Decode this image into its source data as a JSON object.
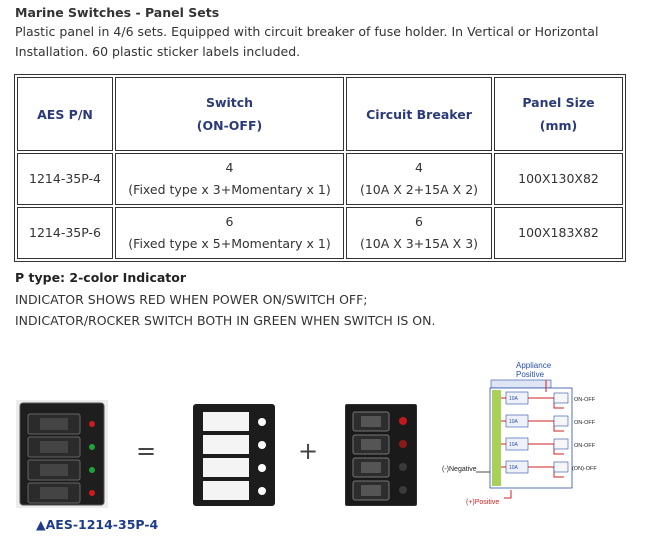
{
  "title": "Marine Switches - Panel Sets",
  "description": "Plastic panel in  4/6 sets. Equipped with circuit breaker of fuse holder. In Vertical or Horizontal Installation. 60 plastic sticker labels included.",
  "table": {
    "headers": {
      "pn": "AES P/N",
      "switch_line1": "Switch",
      "switch_line2": "(ON-OFF)",
      "breaker": "Circuit Breaker",
      "size_line1": "Panel Size",
      "size_line2": "(mm)"
    },
    "rows": [
      {
        "pn": "1214-35P-4",
        "switch_count": "4",
        "switch_detail": "(Fixed type x 3+Momentary x 1)",
        "breaker_count": "4",
        "breaker_detail": "(10A X 2+15A X 2)",
        "size": "100X130X82"
      },
      {
        "pn": "1214-35P-6",
        "switch_count": "6",
        "switch_detail": "(Fixed type x 5+Momentary x 1)",
        "breaker_count": "6",
        "breaker_detail": "(10A X 3+15A X 3)",
        "size": "100X183X82"
      }
    ]
  },
  "ptype_heading": "P type: 2-color Indicator",
  "indicator_lines": [
    "INDICATOR SHOWS RED WHEN POWER ON/SWITCH OFF;",
    "INDICATOR/ROCKER SWITCH BOTH IN GREEN WHEN SWITCH IS ON."
  ],
  "equals_symbol": "=",
  "plus_symbol": "+",
  "caption": "▲AES-1214-35P-4",
  "diagram": {
    "appliance_line1": "Appliance",
    "appliance_line2": "Positive",
    "negative": "(-)Negative",
    "positive": "(+)Positive",
    "breaker_label": "10A",
    "switch_labels": [
      "ON-OFF",
      "ON-OFF",
      "ON-OFF",
      "(ON)-OFF"
    ]
  },
  "colors": {
    "header_text": "#2b3a78",
    "caption": "#1f3c8a",
    "indicator_red": "#d11a1a",
    "indicator_green": "#1fa23a",
    "wire_red": "#d02020",
    "diagram_blue": "#2a4fa8",
    "bus_green": "#a9d15a"
  }
}
